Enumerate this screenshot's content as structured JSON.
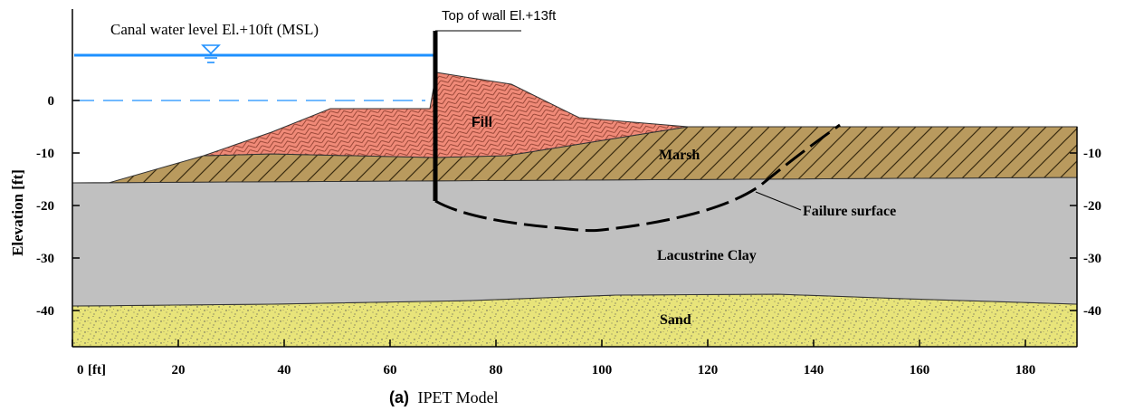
{
  "figure": {
    "caption_letter": "(a)",
    "caption_text": "IPET Model",
    "y_axis_label": "Elevation [ft]",
    "x_unit": "[ft]"
  },
  "annotations": {
    "water_level": "Canal water level El.+10ft (MSL)",
    "wall_top": "Top of wall El.+13ft",
    "failure_surface": "Failure surface"
  },
  "layers": {
    "fill": "Fill",
    "marsh": "Marsh",
    "clay": "Lacustrine Clay",
    "sand": "Sand"
  },
  "left_ticks": [
    {
      "value": 0,
      "label": "0"
    },
    {
      "value": -10,
      "label": "-10"
    },
    {
      "value": -20,
      "label": "-20"
    },
    {
      "value": -30,
      "label": "-30"
    },
    {
      "value": -40,
      "label": "-40"
    }
  ],
  "right_ticks": [
    {
      "value": -10,
      "label": "-10"
    },
    {
      "value": -20,
      "label": "-20"
    },
    {
      "value": -30,
      "label": "-30"
    },
    {
      "value": -40,
      "label": "-40"
    }
  ],
  "x_ticks": [
    {
      "value": 0,
      "label": "0"
    },
    {
      "value": 20,
      "label": "20"
    },
    {
      "value": 40,
      "label": "40"
    },
    {
      "value": 60,
      "label": "60"
    },
    {
      "value": 80,
      "label": "80"
    },
    {
      "value": 100,
      "label": "100"
    },
    {
      "value": 120,
      "label": "120"
    },
    {
      "value": 140,
      "label": "140"
    },
    {
      "value": 160,
      "label": "160"
    },
    {
      "value": 180,
      "label": "180"
    }
  ],
  "colors": {
    "water": "#1e90ff",
    "fill": "#f08a78",
    "marsh": "#b99a5e",
    "clay": "#c0c0c0",
    "sand": "#e8e47a",
    "wall": "#000000"
  }
}
